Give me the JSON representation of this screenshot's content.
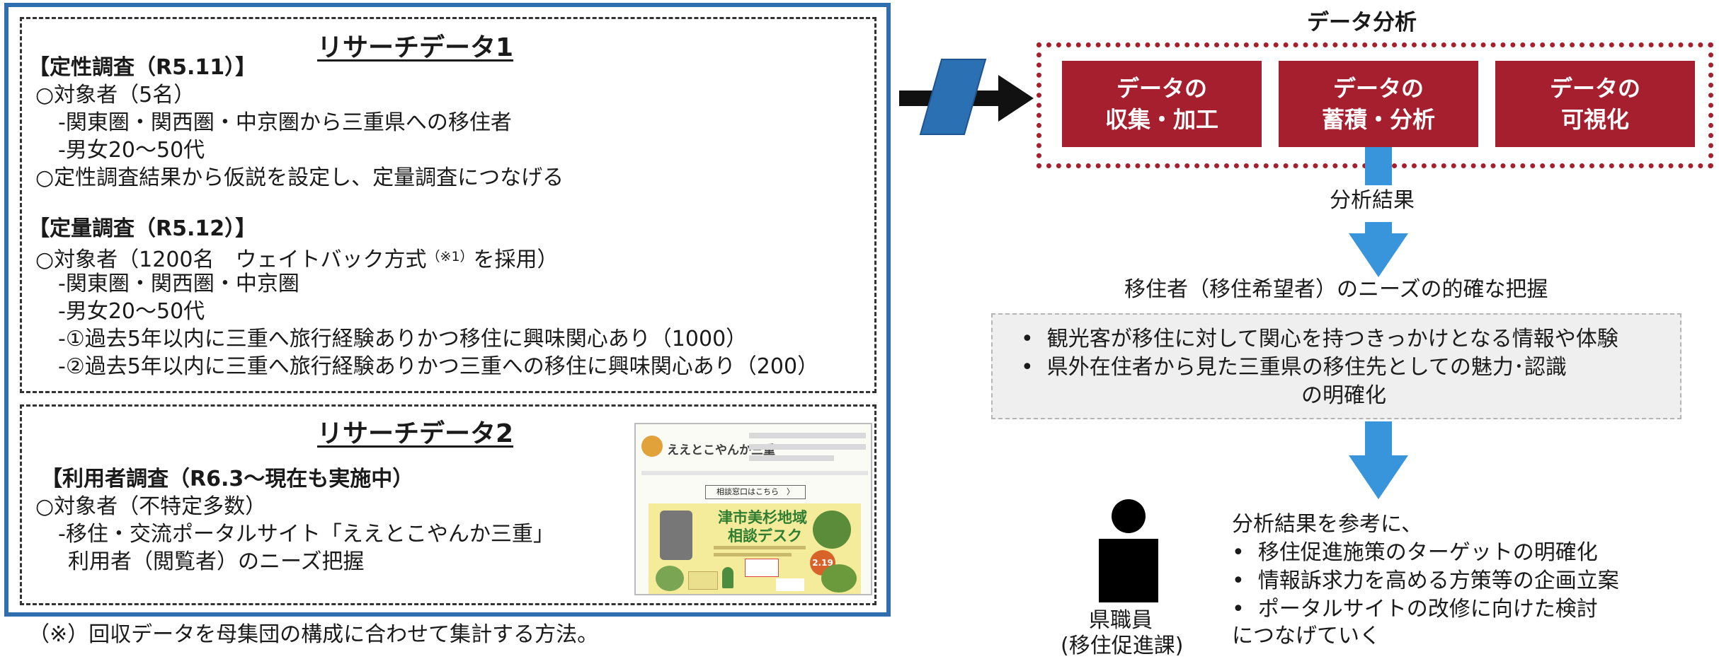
{
  "research1": {
    "title": "リサーチデータ1",
    "qual_heading": "【定性調査（R5.11）】",
    "qual_lines": [
      "○対象者（5名）",
      "-関東圏・関西圏・中京圏から三重県への移住者",
      "-男女20～50代",
      "○定性調査結果から仮説を設定し、定量調査につなげる"
    ],
    "quant_heading": "【定量調査（R5.12）】",
    "quant_line1_a": "○対象者（1200名　ウェイトバック方式",
    "quant_line1_note": "（※1）",
    "quant_line1_b": "を採用）",
    "quant_lines": [
      "-関東圏・関西圏・中京圏",
      "-男女20～50代",
      "-①過去5年以内に三重へ旅行経験ありかつ移住に興味関心あり（1000）",
      "-②過去5年以内に三重へ旅行経験ありかつ三重への移住に興味関心あり（200）"
    ]
  },
  "research2": {
    "title": "リサーチデータ2",
    "heading": "【利用者調査（R6.3～現在も実施中）",
    "lines": [
      "○対象者（不特定多数）",
      "-移住・交流ポータルサイト「ええとこやんか三重」",
      "利用者（閲覧者）のニーズ把握"
    ],
    "thumb": {
      "site_name": "ええとこやんか三重",
      "button": "相談窓口はこちら　〉",
      "banner_title": "津市美杉地域",
      "banner_sub": "相談デスク",
      "date": "2.19"
    }
  },
  "footnote": "（※）回収データを母集団の構成に合わせて集計する方法。",
  "analysis": {
    "title": "データ分析",
    "steps": [
      {
        "line1": "データの",
        "line2": "収集・加工"
      },
      {
        "line1": "データの",
        "line2": "蓄積・分析"
      },
      {
        "line1": "データの",
        "line2": "可視化"
      }
    ],
    "result_label": "分析結果",
    "needs_label": "移住者（移住希望者）のニーズの的確な把握",
    "findings": [
      "観光客が移住に対して関心を持つきっかけとなる情報や体験",
      "県外在住者から見た三重県の移住先としての魅力･認識"
    ],
    "findings_tail": "の明確化",
    "person_label_1": "県職員",
    "person_label_2": "(移住促進課)",
    "actions_intro": "分析結果を参考に、",
    "actions": [
      "移住促進施策のターゲットの明確化",
      "情報訴求力を高める方策等の企画立案",
      "ポータルサイトの改修に向けた検討"
    ],
    "actions_tail": "につなげていく"
  },
  "colors": {
    "frame_blue": "#2f6fb0",
    "step_red": "#a61f2e",
    "arrow_blue": "#3895dc"
  },
  "icons": [
    "data-parallelogram-icon",
    "right-arrow-icon",
    "down-arrow-icon",
    "person-icon",
    "bullet-dot-icon"
  ]
}
